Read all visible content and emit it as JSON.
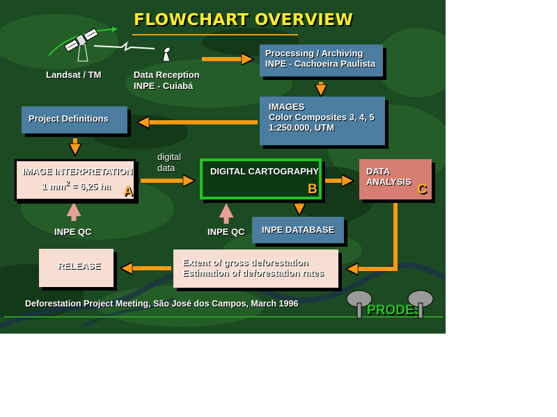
{
  "title": "FLOWCHART OVERVIEW",
  "nodes": {
    "landsat": "Landsat / TM",
    "reception_line1": "Data Reception",
    "reception_line2": "INPE - Cuiabá",
    "processing_line1": "Processing / Archiving",
    "processing_line2": "INPE - Cachoeira Paulista",
    "images_line1": "IMAGES",
    "images_line2": "Color Composites 3, 4, 5",
    "images_line3": "1:250.000, UTM",
    "project_definitions": "Project Definitions",
    "interp_line1": "IMAGE INTERPRETATION",
    "interp_unit_prefix": "1 mm",
    "interp_unit_exp": "2",
    "interp_unit_suffix": " = 6,25 ha",
    "interp_letter": "A",
    "digital_data_line1": "digital",
    "digital_data_line2": "data",
    "cartography": "DIGITAL CARTOGRAPHY",
    "cartography_letter": "B",
    "analysis_line1": "DATA",
    "analysis_line2": "ANALYSIS",
    "analysis_letter": "C",
    "qc_a": "INPE  QC",
    "qc_b": "INPE  QC",
    "database": "INPE DATABASE",
    "extent_line1": "Extent of gross deforestation",
    "extent_line2": "Estimation of deforestation rates",
    "release": "RELEASE"
  },
  "footer": "Deforestation Project Meeting, São José dos Campos, March 1996",
  "logo": "PRODES",
  "colors": {
    "title": "#ffee22",
    "arrow": "#ff9a16",
    "box_blue": "#4a7da0",
    "box_pink": "#f8ded2",
    "box_salmon": "#d67e72",
    "box_green_border": "#22c41e",
    "qc_arrow": "#e8a096"
  }
}
